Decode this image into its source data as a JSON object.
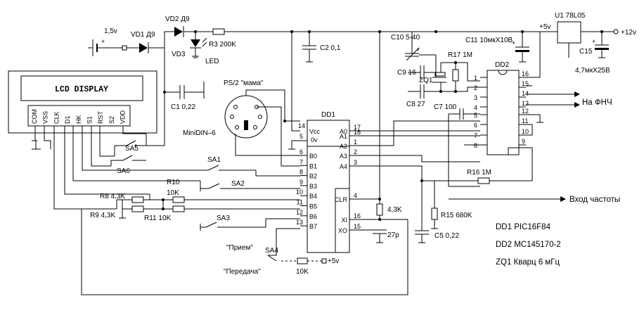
{
  "lcd": {
    "title": "LCD DISPLAY",
    "pins": [
      "COM",
      "VSS",
      "CLK",
      "D1",
      "HK",
      "S1",
      "RST",
      "S2",
      "VDD"
    ]
  },
  "power": {
    "battery": "1,5v",
    "vd1": "VD1 Д9",
    "vd2": "VD2 Д9",
    "r3": "R3 200K",
    "vd3": "VD3",
    "led": "LED",
    "c2": "C2 0,1",
    "plus5": "+5v",
    "u1": "U1 78L05",
    "plus12": "+12v",
    "c15": "C15",
    "c15_val": "4,7мкX25B"
  },
  "left": {
    "c1": "C1 0,22",
    "ps2": "PS/2 \"мама\"",
    "minidin": "MiniDIN–6",
    "sa5": "SA5",
    "sa6": "SA6",
    "sa1": "SA1",
    "sa2": "SA2",
    "sa3": "SA3",
    "sa4": "SA4",
    "r10": "R10",
    "r10_val": "10K",
    "r8": "R8 4,3K",
    "r9": "R9 4,3K",
    "r11": "R11 10K",
    "priem": "\"Прием\"",
    "peredacha": "\"Передача\"",
    "r_sa4": "10K",
    "sa4_plus5": "+5v"
  },
  "dd1": {
    "name": "DD1",
    "vcc": "Vcc",
    "zero_v": "0v",
    "vcc_pin": "14",
    "gnd_pin": "5",
    "left_pins": [
      {
        "label": "B0",
        "num": "6"
      },
      {
        "label": "B1",
        "num": "7"
      },
      {
        "label": "B2",
        "num": "8"
      },
      {
        "label": "B3",
        "num": "9"
      },
      {
        "label": "B4",
        "num": "10"
      },
      {
        "label": "B5",
        "num": "11"
      },
      {
        "label": "B6",
        "num": "12"
      },
      {
        "label": "B7",
        "num": "13"
      }
    ],
    "right_pins": [
      {
        "label": "A0",
        "num": "17"
      },
      {
        "label": "A1",
        "num": "18"
      },
      {
        "label": "A2",
        "num": "1"
      },
      {
        "label": "A3",
        "num": "2"
      },
      {
        "label": "A4",
        "num": "3"
      },
      {
        "label": "CLR",
        "num": "4"
      },
      {
        "label": "XI",
        "num": "16"
      },
      {
        "label": "XO",
        "num": "15"
      }
    ]
  },
  "osc": {
    "c10": "C10 5-40",
    "c9": "C9 16",
    "zq1": "ZQ1",
    "r17": "R17 1M",
    "c8": "C8 27",
    "c7": "C7 100",
    "c11": "C11 10мкX10B",
    "r_43k": "4,3K",
    "c_27p": "27p",
    "r15": "R15 680K",
    "c5": "C5 0,22",
    "r16": "R16 1M"
  },
  "dd2": {
    "name": "DD2",
    "left_pins": [
      "1",
      "2",
      "3",
      "4",
      "5",
      "6",
      "7",
      "8"
    ],
    "right_pins": [
      "16",
      "15",
      "14",
      "13",
      "12",
      "11",
      "10",
      "9"
    ],
    "na_fnch": "На ФНЧ",
    "vhod": "Вход частоты"
  },
  "notes": {
    "dd1": "DD1 PIC16F84",
    "dd2": "DD2 MC145170-2",
    "zq1": "ZQ1 Кварц 6 мГц"
  }
}
